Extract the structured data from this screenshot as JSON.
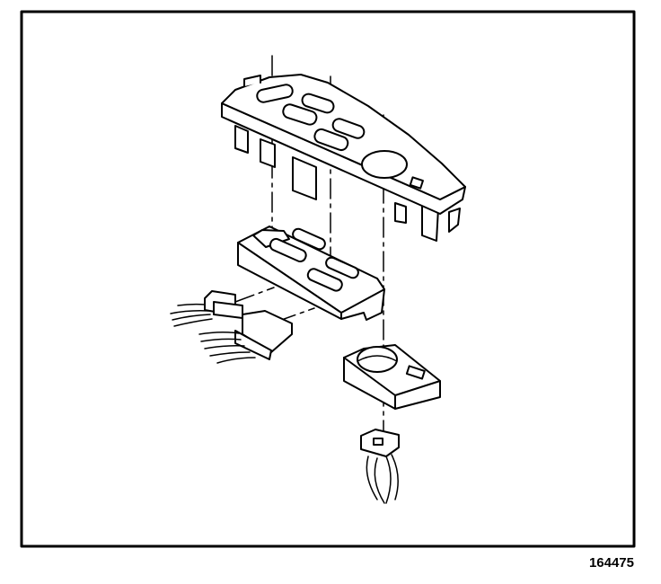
{
  "figure": {
    "number": "164475",
    "components": [
      "switch-bezel-panel",
      "power-window-switch-assembly",
      "window-switch-connector-small",
      "window-switch-connector-large",
      "mirror-switch",
      "mirror-switch-connector"
    ]
  },
  "colors": {
    "line": "#000000",
    "background": "#ffffff"
  }
}
